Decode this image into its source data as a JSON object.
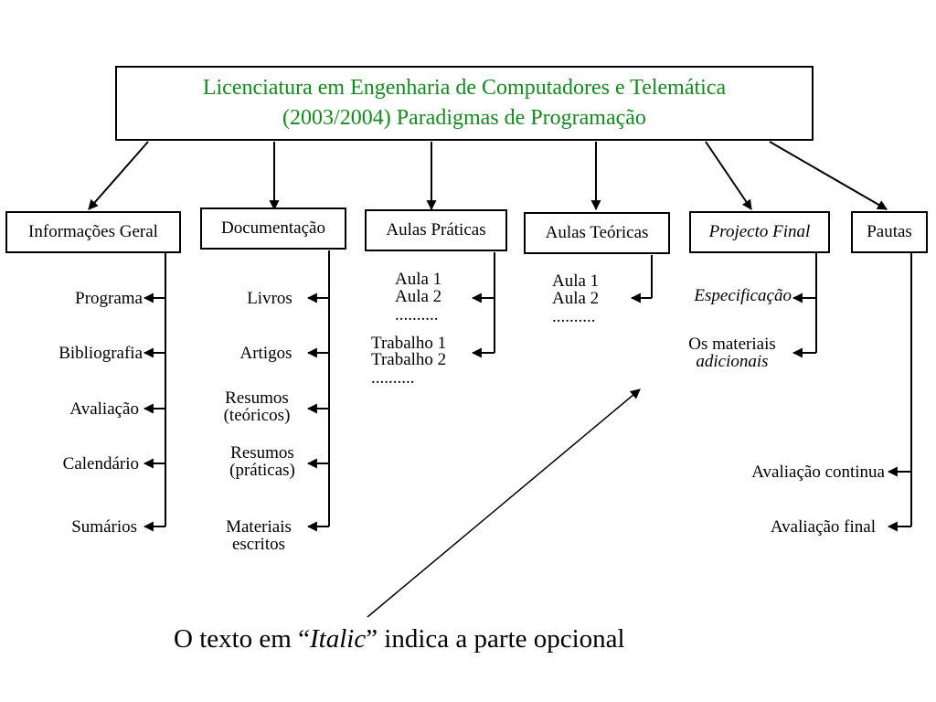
{
  "title": {
    "line1": "Licenciatura em Engenharia de Computadores e Telemática",
    "line2": "(2003/2004) Paradigmas de Programação"
  },
  "categories": {
    "informacoes": {
      "label": "Informações Geral",
      "items": [
        "Programa",
        "Bibliografia",
        "Avaliação",
        "Calendário",
        "Sumários"
      ]
    },
    "documentacao": {
      "label": "Documentação",
      "items": [
        "Livros",
        "Artigos",
        "Resumos",
        "(teóricos)",
        "Resumos",
        "(práticas)",
        "Materiais",
        "escritos"
      ]
    },
    "aulas_praticas": {
      "label": "Aulas Práticas",
      "items": [
        "Aula 1",
        "Aula 2",
        "..........",
        "Trabalho 1",
        "Trabalho 2",
        ".........."
      ]
    },
    "aulas_teoricas": {
      "label": "Aulas Teóricas",
      "items": [
        "Aula 1",
        "Aula 2",
        ".........."
      ]
    },
    "projecto_final": {
      "label": "Projecto Final",
      "items": [
        "Especificação",
        "Os materiais",
        "adicionais"
      ]
    },
    "pautas": {
      "label": "Pautas",
      "items": [
        "Avaliação continua",
        "Avaliação final"
      ]
    }
  },
  "note": {
    "before": "O texto em “",
    "italic": "Italic",
    "after": "” indica a parte opcional"
  }
}
